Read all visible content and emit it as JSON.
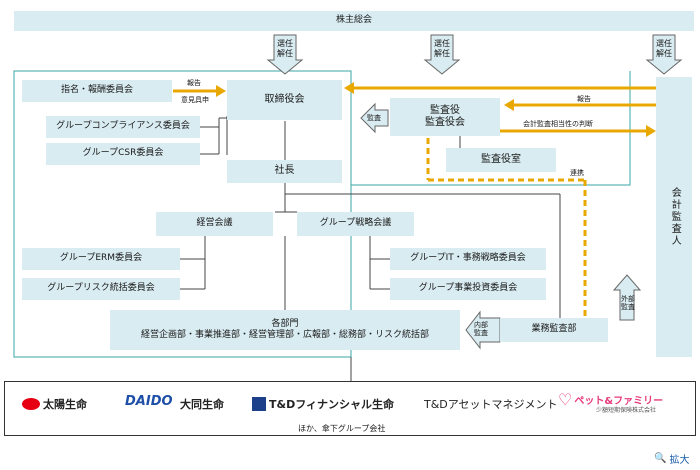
{
  "top": {
    "shareholders": "株主総会"
  },
  "arrows_labels": {
    "elect1": [
      "選任",
      "解任"
    ],
    "elect2": [
      "選任",
      "解任"
    ],
    "elect3": [
      "選任",
      "解任"
    ],
    "audit_arrow": "監査",
    "report_label": "報告",
    "report_opinion": [
      "報告",
      "意見具申"
    ],
    "judgment": "会計監査相当性の判断",
    "liaison": "連携",
    "external_audit": [
      "外部",
      "監査"
    ],
    "internal_audit": [
      "内部",
      "監査"
    ]
  },
  "boxes": {
    "nomination": "指名・報酬委員会",
    "board": "取締役会",
    "compliance": "グループコンプライアンス委員会",
    "csr": "グループCSR委員会",
    "kansayaku": [
      "監査役",
      "監査役会"
    ],
    "kansayaku_office": "監査役室",
    "president": "社長",
    "management_council": "経営会議",
    "strategy_council": "グループ戦略会議",
    "erm": "グループERM委員会",
    "risk_committee": "グループリスク統括委員会",
    "it_committee": "グループIT・事務戦略委員会",
    "investment_committee": "グループ事業投資委員会",
    "departments": [
      "各部門",
      "経営企画部・事業推進部・経営管理部・広報部・総務部・リスク統括部"
    ],
    "internal_audit_dept": "業務監査部",
    "accounting_auditor": "会計監査人"
  },
  "footer": {
    "logos": [
      "太陽生命",
      "DAIDO",
      "大同生命",
      "T&Dフィナンシャル生命",
      "T&Dアセットマネジメント",
      "ペット&ファミリー",
      "少額短期保険株式会社"
    ],
    "note": "ほか、傘下グループ会社",
    "zoom": "拡大"
  },
  "colors": {
    "box": "#d9ecf2",
    "yellow": "#e8a800",
    "teal": "#3aa6a6",
    "arrow_fill": "#d9ecf2"
  }
}
